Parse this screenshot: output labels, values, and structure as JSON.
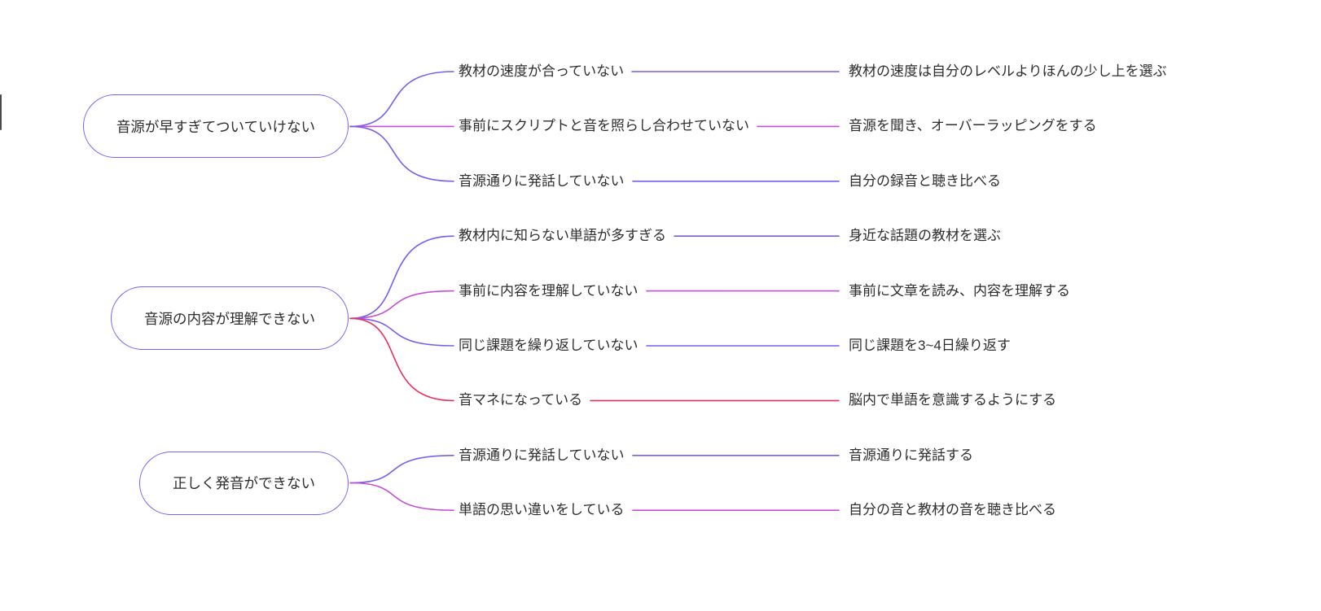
{
  "canvas": {
    "background": "#ffffff"
  },
  "colors": {
    "purple": "#7b5cf0",
    "magenta": "#c44fd6",
    "red": "#e8315f",
    "pill_border": "#7e5ff0",
    "text": "#2d2d2d",
    "edge_artifact": "#4a4a4a"
  },
  "mindmap": {
    "roots": [
      {
        "label": "音源が早すぎてついていけない",
        "children": [
          {
            "problem": "教材の速度が合っていない",
            "solution": "教材の速度は自分のレベルよりほんの少し上を選ぶ",
            "color": "purple"
          },
          {
            "problem": "事前にスクリプトと音を照らし合わせていない",
            "solution": "音源を聞き、オーバーラッピングをする",
            "color": "magenta"
          },
          {
            "problem": "音源通りに発話していない",
            "solution": "自分の録音と聴き比べる",
            "color": "purple"
          }
        ]
      },
      {
        "label": "音源の内容が理解できない",
        "children": [
          {
            "problem": "教材内に知らない単語が多すぎる",
            "solution": "身近な話題の教材を選ぶ",
            "color": "purple"
          },
          {
            "problem": "事前に内容を理解していない",
            "solution": "事前に文章を読み、内容を理解する",
            "color": "magenta"
          },
          {
            "problem": "同じ課題を繰り返していない",
            "solution": "同じ課題を3~4日繰り返す",
            "color": "purple"
          },
          {
            "problem": "音マネになっている",
            "solution": "脳内で単語を意識するようにする",
            "color": "red"
          }
        ]
      },
      {
        "label": "正しく発音ができない",
        "children": [
          {
            "problem": "音源通りに発話していない",
            "solution": "音源通りに発話する",
            "color": "purple"
          },
          {
            "problem": "単語の思い違いをしている",
            "solution": "自分の音と教材の音を聴き比べる",
            "color": "magenta"
          }
        ]
      }
    ]
  }
}
